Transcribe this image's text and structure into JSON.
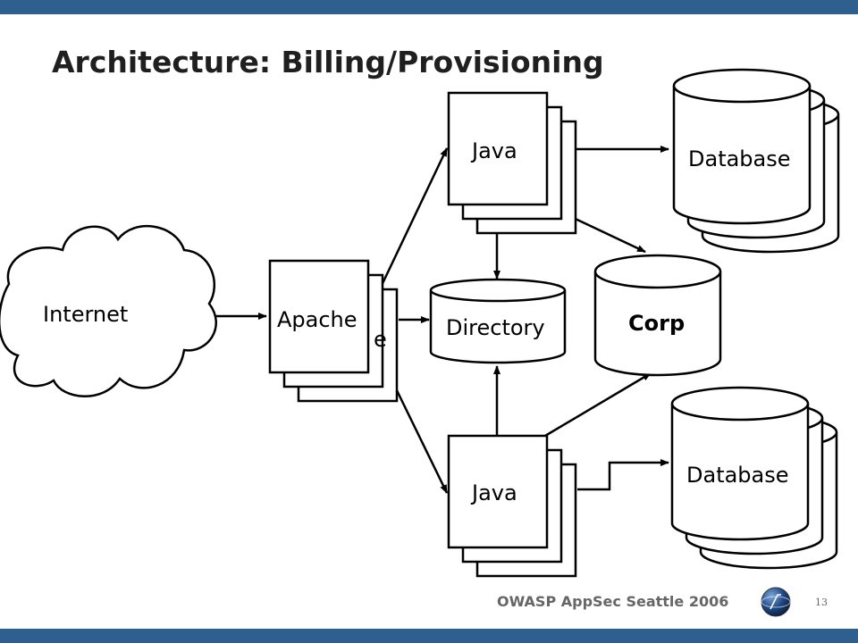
{
  "slide": {
    "title": "Architecture: Billing/Provisioning",
    "footer": "OWASP AppSec Seattle 2006",
    "page_number": "13"
  },
  "diagram": {
    "nodes": {
      "internet": {
        "label": "Internet",
        "shape": "cloud"
      },
      "apache": {
        "label": "Apache",
        "shape": "stacked-rectangles",
        "partial_text": "e"
      },
      "java_top": {
        "label": "Java",
        "shape": "stacked-rectangles"
      },
      "java_bottom": {
        "label": "Java",
        "shape": "stacked-rectangles"
      },
      "directory": {
        "label": "Directory",
        "shape": "cylinder"
      },
      "corp": {
        "label": "Corp",
        "shape": "cylinder"
      },
      "database_top": {
        "label": "Database",
        "shape": "stacked-cylinders"
      },
      "database_bottom": {
        "label": "Database",
        "shape": "stacked-cylinders"
      }
    },
    "connections": [
      {
        "from": "Internet",
        "to": "Apache"
      },
      {
        "from": "Apache",
        "to": "Java (top)"
      },
      {
        "from": "Apache",
        "to": "Directory"
      },
      {
        "from": "Apache",
        "to": "Java (bottom)"
      },
      {
        "from": "Java (top)",
        "to": "Database (top)"
      },
      {
        "from": "Java (top)",
        "to": "Directory"
      },
      {
        "from": "Java (top)",
        "to": "Corp"
      },
      {
        "from": "Java (bottom)",
        "to": "Directory"
      },
      {
        "from": "Java (bottom)",
        "to": "Corp"
      },
      {
        "from": "Java (bottom)",
        "to": "Database (bottom)"
      }
    ]
  },
  "colors": {
    "bar": "#2f5f8f",
    "title": "#1f1f1f",
    "footer": "#666666",
    "stroke": "#000000"
  },
  "icons": {
    "logo": "owasp-globe-logo"
  }
}
